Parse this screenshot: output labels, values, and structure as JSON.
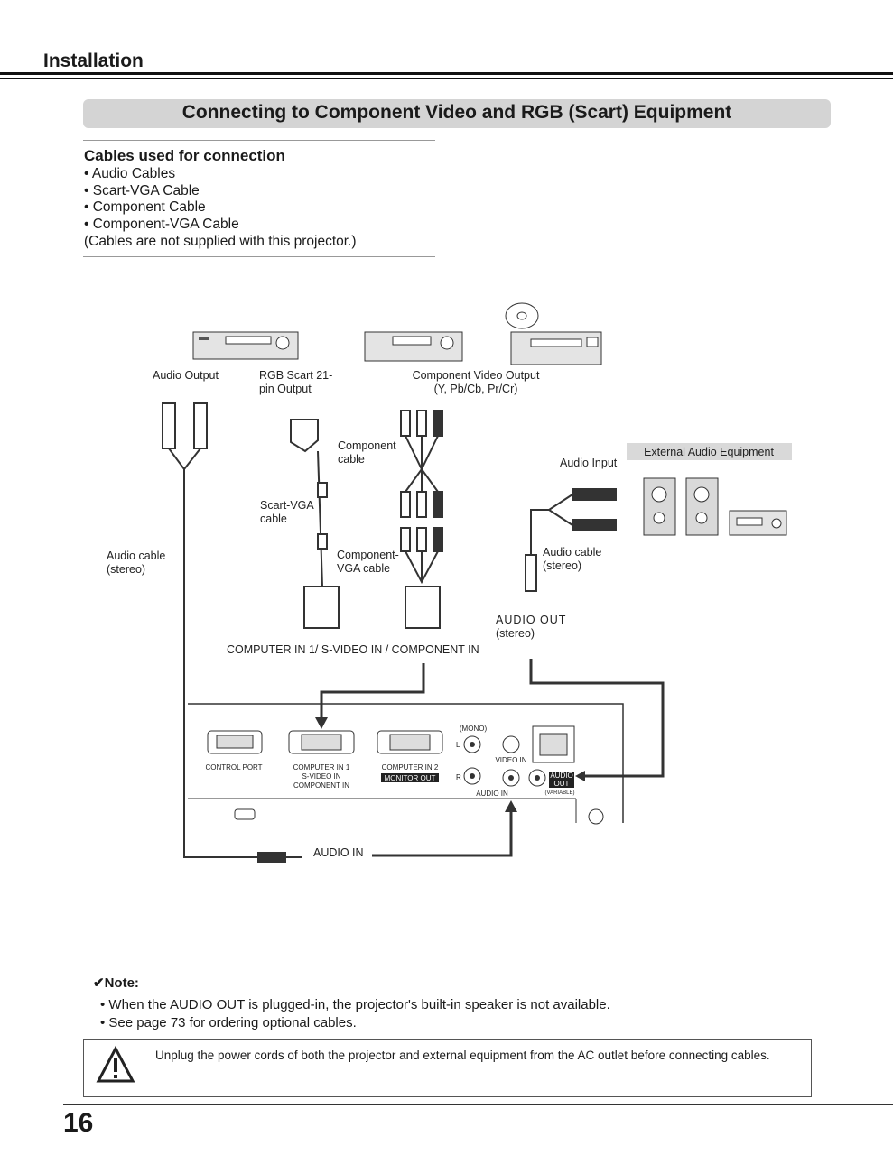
{
  "header": {
    "section": "Installation"
  },
  "banner": {
    "title": "Connecting to Component Video and RGB (Scart) Equipment"
  },
  "cables": {
    "heading": "Cables used for connection",
    "items": [
      "• Audio Cables",
      "• Scart-VGA Cable",
      "• Component Cable",
      "• Component-VGA Cable"
    ],
    "footnote": "(Cables are not supplied with this projector.)"
  },
  "diagram": {
    "audio_output": "Audio Output",
    "rgb_scart_line1": "RGB Scart 21-",
    "rgb_scart_line2": "pin Output",
    "component_video_output": "Component Video Output",
    "component_video_signals": "(Y, Pb/Cb, Pr/Cr)",
    "component_cable_line1": "Component",
    "component_cable_line2": "cable",
    "scart_vga_line1": "Scart-VGA",
    "scart_vga_line2": "cable",
    "component_vga_line1": "Component-",
    "component_vga_line2": "VGA cable",
    "audio_cable_left_line1": "Audio cable",
    "audio_cable_left_line2": "(stereo)",
    "audio_input": "Audio Input",
    "external_audio": "External Audio Equipment",
    "audio_cable_right_line1": "Audio cable",
    "audio_cable_right_line2": "(stereo)",
    "audio_out_line1": "AUDIO  OUT",
    "audio_out_line2": "(stereo)",
    "computer_in_label": "COMPUTER IN 1/ S-VIDEO IN / COMPONENT IN",
    "audio_in_label": "AUDIO IN",
    "panel": {
      "control_port": "CONTROL PORT",
      "computer_in1_line1": "COMPUTER IN 1",
      "computer_in1_line2": "S-VIDEO IN",
      "computer_in1_line3": "COMPONENT IN",
      "computer_in2": "COMPUTER IN 2",
      "monitor_out": "MONITOR OUT",
      "mono": "(MONO)",
      "left": "L",
      "right": "R",
      "video_in": "VIDEO IN",
      "audio_in": "AUDIO IN",
      "audio_out_line1": "AUDIO",
      "audio_out_line2": "OUT",
      "variable": "(VARIABLE)"
    }
  },
  "note": {
    "title": "Note:",
    "items": [
      "• When the AUDIO OUT is plugged-in, the projector's built-in speaker is not available.",
      "• See page 73 for ordering optional cables."
    ]
  },
  "warning": {
    "text": "Unplug the power cords of both the projector and external equipment from the AC outlet before connecting cables."
  },
  "page": {
    "number": "16"
  }
}
